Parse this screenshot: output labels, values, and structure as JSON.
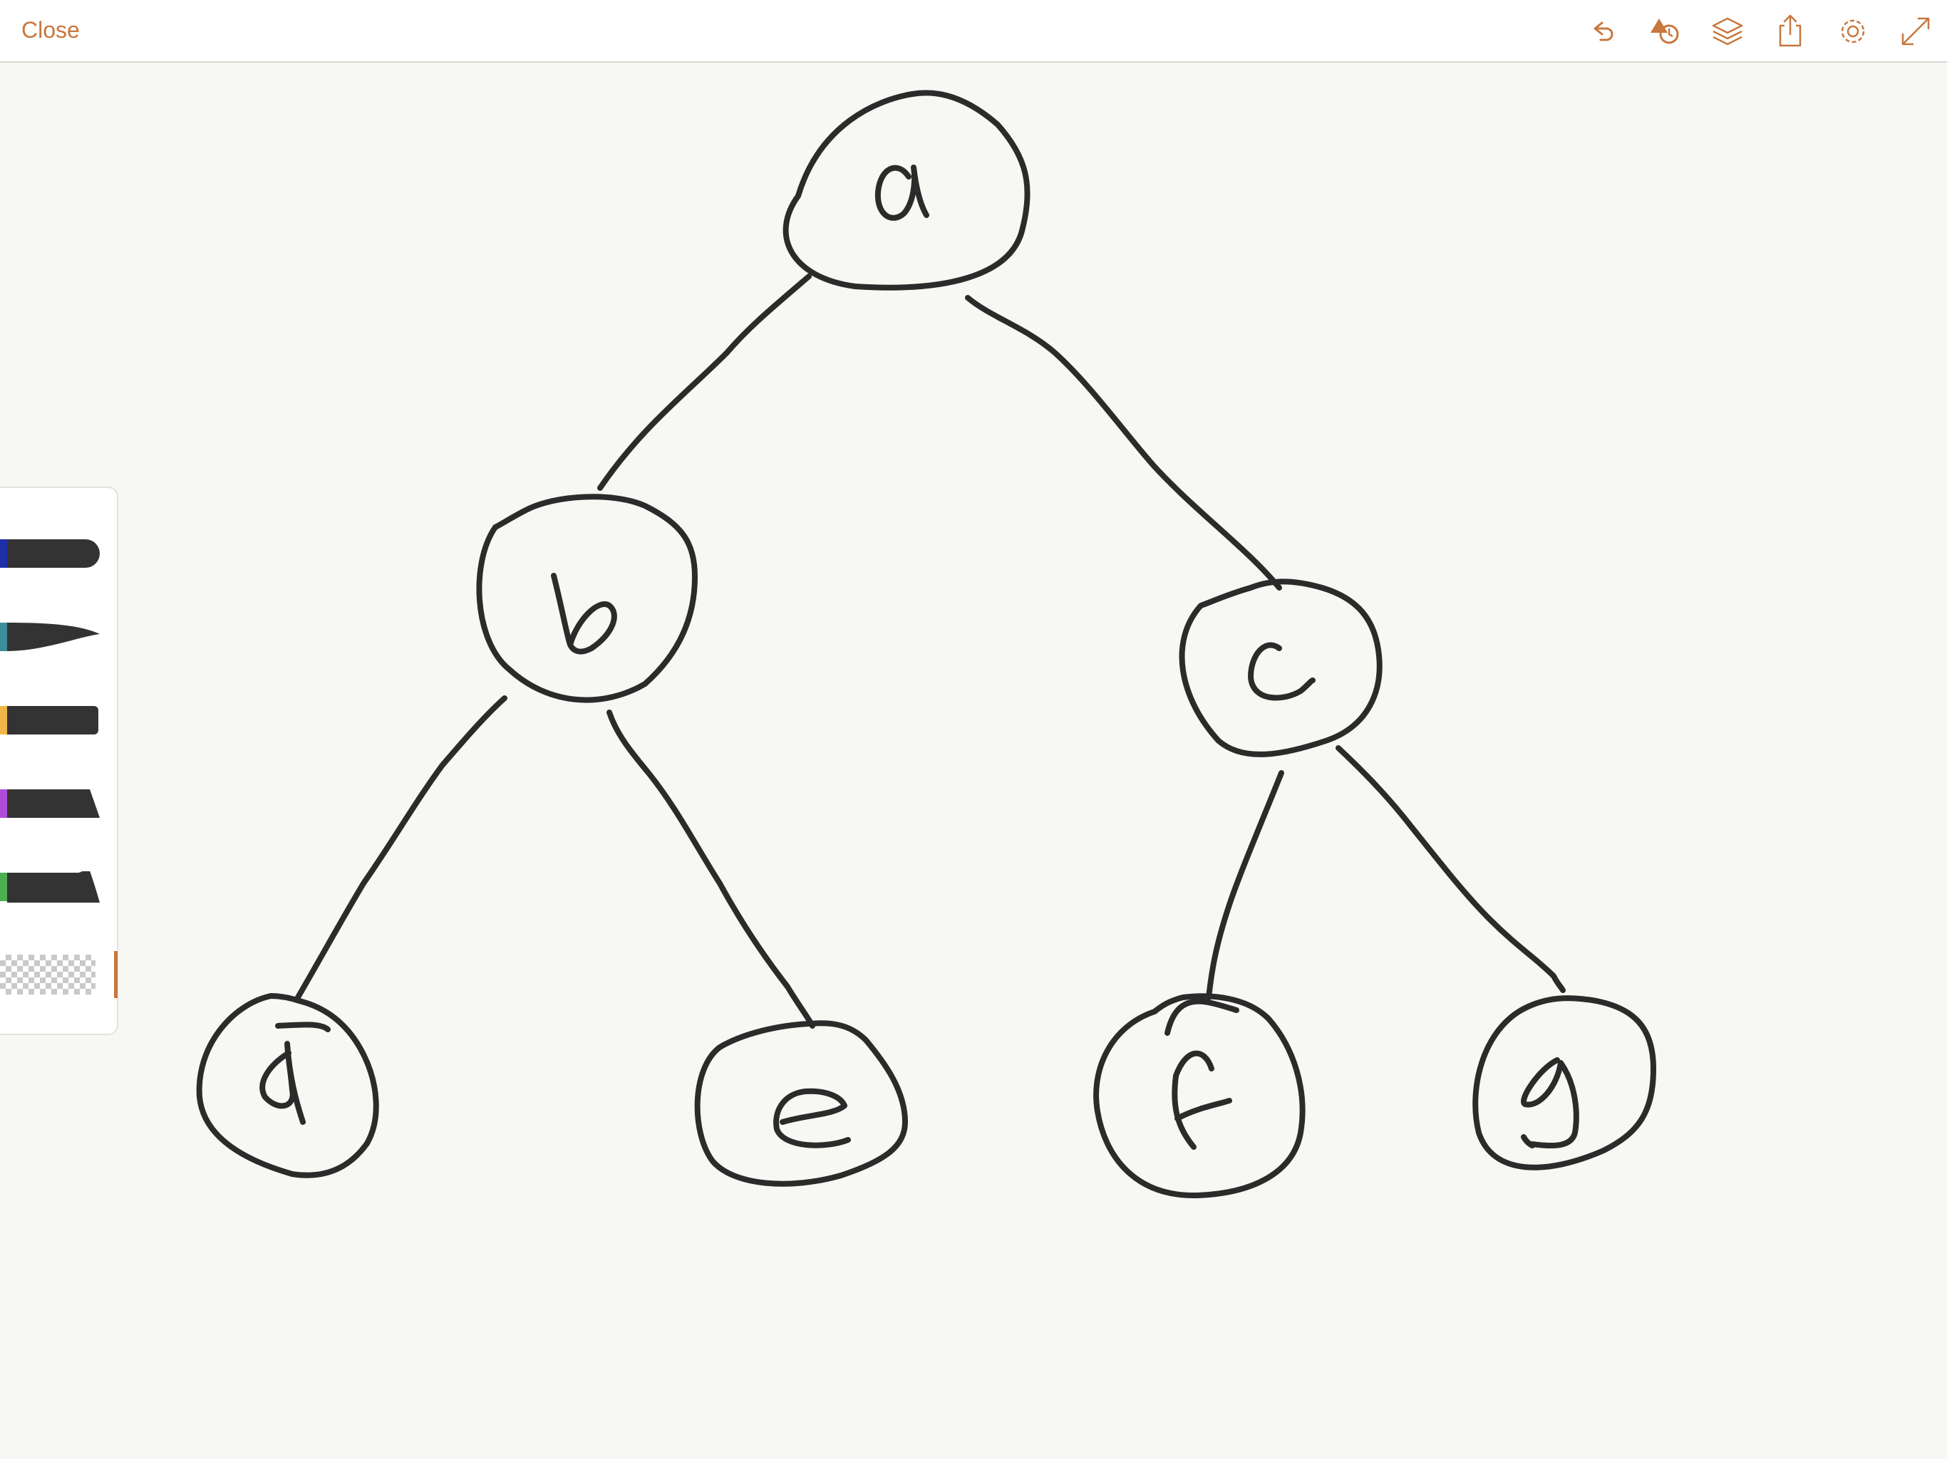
{
  "toolbar": {
    "close_label": "Close",
    "accent_color": "#c8773d",
    "icons": [
      "undo-icon",
      "shapes-icon",
      "layers-icon",
      "share-icon",
      "settings-icon",
      "fullscreen-icon"
    ]
  },
  "drawing": {
    "type": "binary-tree-sketch",
    "nodes": [
      "a",
      "b",
      "c",
      "d",
      "e",
      "f",
      "g"
    ],
    "edges": [
      [
        "a",
        "b"
      ],
      [
        "a",
        "c"
      ],
      [
        "b",
        "d"
      ],
      [
        "b",
        "e"
      ],
      [
        "c",
        "f"
      ],
      [
        "c",
        "g"
      ]
    ],
    "ink_color": "#2b2b2b"
  },
  "brush_panel": {
    "brushes": [
      {
        "name": "marker",
        "color": "#1f2fa8"
      },
      {
        "name": "brush",
        "color": "#3a8f99"
      },
      {
        "name": "pencil",
        "color": "#f0b64a"
      },
      {
        "name": "chisel",
        "color": "#b04bd9"
      },
      {
        "name": "calligraphy",
        "color": "#4caf50"
      }
    ],
    "opacity_indicator": "checkerboard"
  }
}
